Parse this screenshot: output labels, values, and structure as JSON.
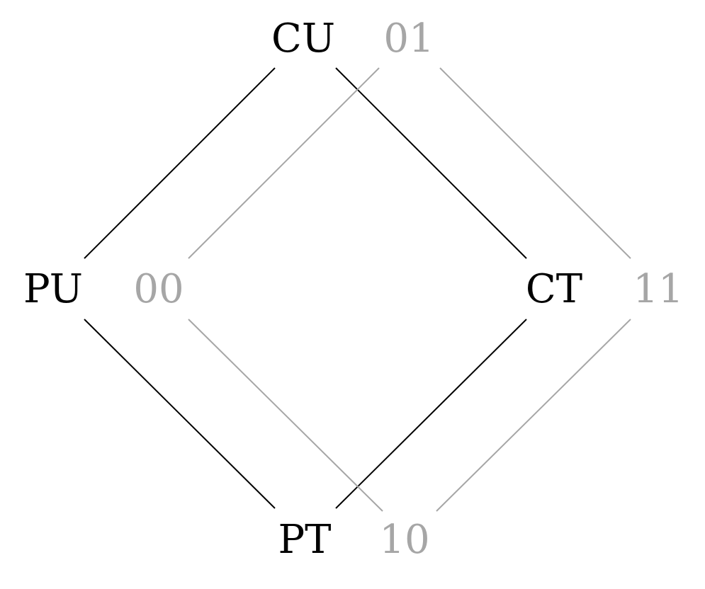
{
  "colors": {
    "primary": "#000000",
    "secondary": "#a6a6a6"
  },
  "primary_lattice": {
    "nodes": {
      "top": "CU",
      "left": "PU",
      "right": "CT",
      "bottom": "PT"
    },
    "edges": [
      [
        "CU",
        "PU"
      ],
      [
        "CU",
        "CT"
      ],
      [
        "PU",
        "PT"
      ],
      [
        "CT",
        "PT"
      ]
    ]
  },
  "secondary_lattice": {
    "nodes": {
      "top": "01",
      "left": "00",
      "right": "11",
      "bottom": "10"
    },
    "edges": [
      [
        "01",
        "00"
      ],
      [
        "01",
        "11"
      ],
      [
        "00",
        "10"
      ],
      [
        "11",
        "10"
      ]
    ]
  }
}
